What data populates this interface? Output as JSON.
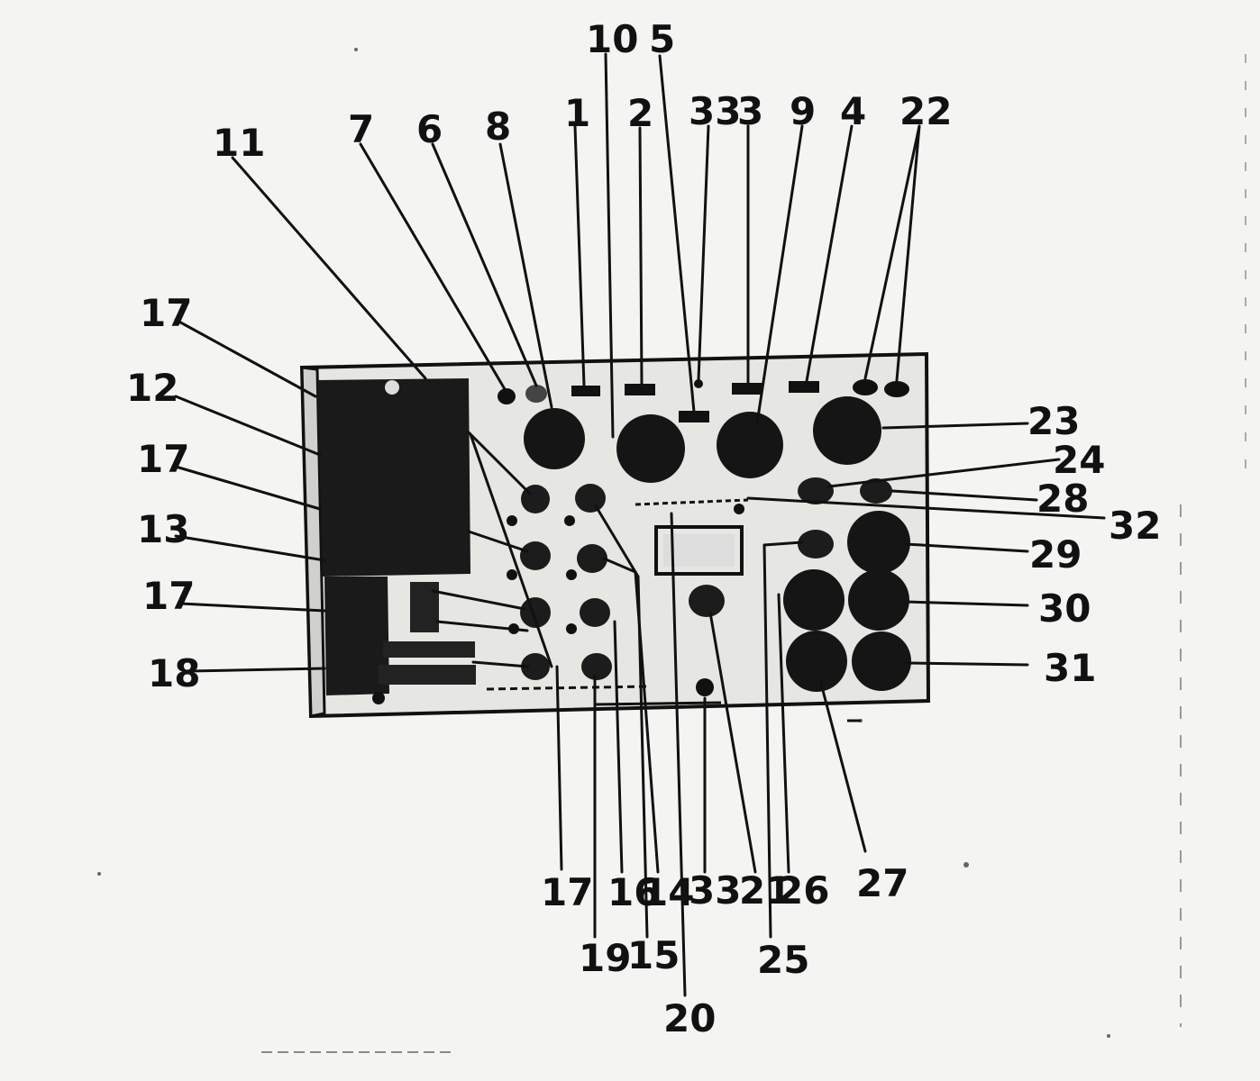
{
  "figure": {
    "kind": "front panel parts callout diagram",
    "callouts": {
      "c10": "10",
      "c5": "5",
      "c33_top": "33",
      "c3": "3",
      "c9": "9",
      "c4": "4",
      "c22": "22",
      "c1": "1",
      "c2": "2",
      "c8": "8",
      "c6": "6",
      "c7": "7",
      "c11": "11",
      "c17_a": "17",
      "c12": "12",
      "c17_b": "17",
      "c13": "13",
      "c17_c": "17",
      "c18": "18",
      "c23": "23",
      "c24": "24",
      "c28": "28",
      "c32": "32",
      "c29": "29",
      "c30": "30",
      "c31": "31",
      "c17_d": "17",
      "c16": "16",
      "c14": "14",
      "c33_bottom": "33",
      "c21": "21",
      "c26": "26",
      "c27": "27",
      "c19": "19",
      "c15": "15",
      "c25": "25",
      "c20": "20"
    },
    "colors": {
      "ink": "#111111",
      "paper": "#f4f4f2"
    }
  }
}
